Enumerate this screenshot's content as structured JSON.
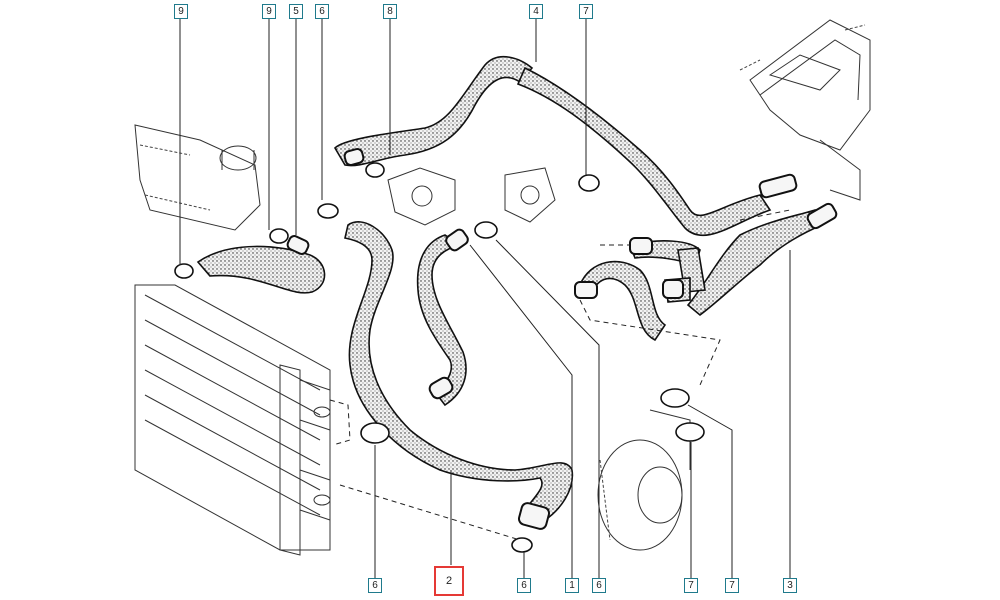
{
  "callouts": [
    {
      "id": "c9a",
      "label": "9"
    },
    {
      "id": "c9b",
      "label": "9"
    },
    {
      "id": "c5",
      "label": "5"
    },
    {
      "id": "c6a",
      "label": "6"
    },
    {
      "id": "c8",
      "label": "8"
    },
    {
      "id": "c4",
      "label": "4"
    },
    {
      "id": "c7a",
      "label": "7"
    },
    {
      "id": "c6b",
      "label": "6"
    },
    {
      "id": "c2",
      "label": "2"
    },
    {
      "id": "c6c",
      "label": "6"
    },
    {
      "id": "c1",
      "label": "1"
    },
    {
      "id": "c6d",
      "label": "6"
    },
    {
      "id": "c7b",
      "label": "7"
    },
    {
      "id": "c7c",
      "label": "7"
    },
    {
      "id": "c3",
      "label": "3"
    }
  ],
  "selected_callout": "2",
  "colors": {
    "callout_border": "#1f7a8c",
    "selected_border": "#e53935",
    "ink": "#111111"
  }
}
